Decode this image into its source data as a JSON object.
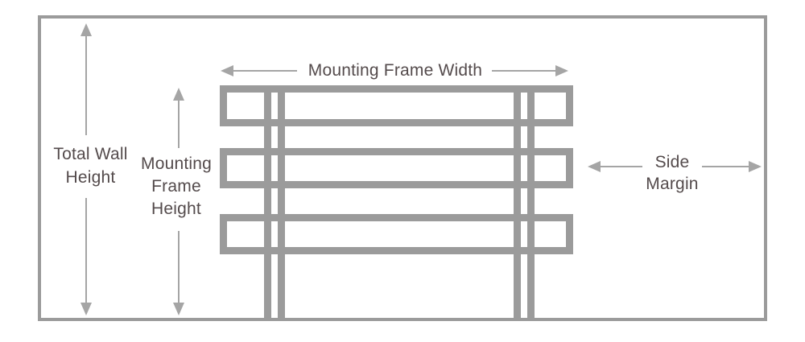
{
  "diagram": {
    "name": "wall-mounting-frame-dimension-diagram",
    "labels": {
      "total_wall_height": {
        "line1": "Total Wall",
        "line2": "Height"
      },
      "mounting_frame_height": {
        "line1": "Mounting",
        "line2": "Frame",
        "line3": "Height"
      },
      "mounting_frame_width": {
        "text": "Mounting Frame Width"
      },
      "side_margin": {
        "line1": "Side",
        "line2": "Margin"
      }
    },
    "colors": {
      "structure_gray": "#9b9b9b",
      "arrow_gray": "#a5a5a5",
      "label_text": "#544b4c",
      "background": "#ffffff"
    }
  }
}
